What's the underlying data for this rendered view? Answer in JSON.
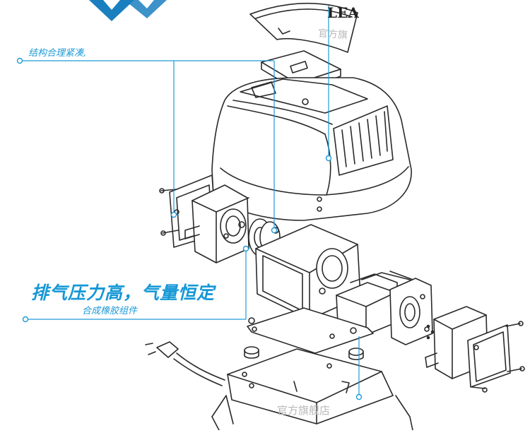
{
  "brand": {
    "logo_text": "LEA"
  },
  "watermark": {
    "top": "官方旗",
    "bottom": "官方旗舰店"
  },
  "callouts": {
    "compact": "结构合理紧凑,",
    "pressure": "排气压力高，气量恒定",
    "rubber": "合成橡胶组件"
  },
  "colors": {
    "accent": "#1e9bd7",
    "line_art": "#2a2a2a"
  }
}
